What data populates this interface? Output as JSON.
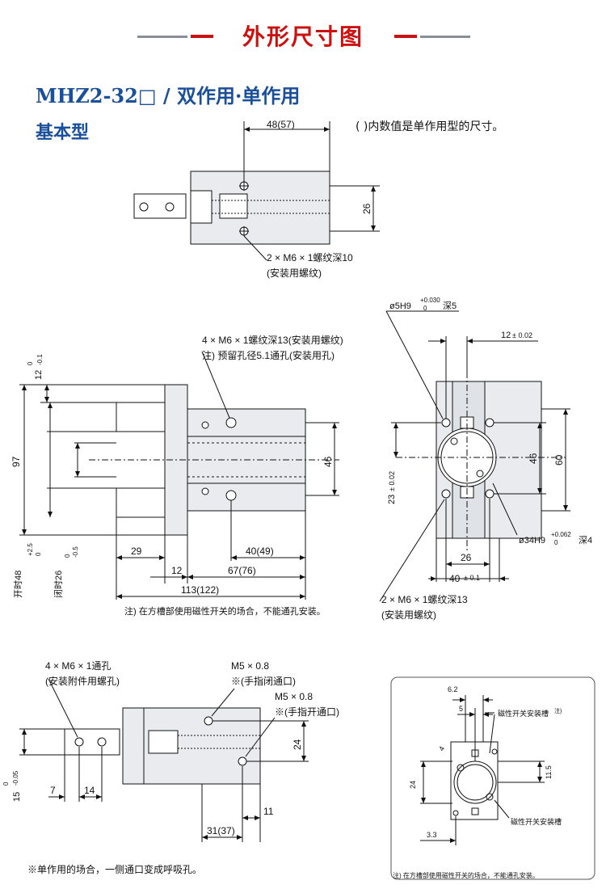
{
  "header": {
    "title": "外形尺寸图",
    "accent": "#cc1111",
    "line_color": "#8a8f95"
  },
  "model": "MHZ2-32□ / 双作用·单作用",
  "subtitle": "基本型",
  "note": "(    )内数值是单作用型的尺寸。",
  "top_view": {
    "dim_width": "48(57)",
    "dim_height": "26",
    "thread_note": "2 × M6 × 1螺纹深10",
    "thread_purpose": "(安装用螺纹)"
  },
  "side_view": {
    "callout1": "4 × M6 × 1螺纹深13(安装用螺纹)",
    "callout2": "注) 预留孔径5.1通孔(安装用孔)",
    "dim_12": "12",
    "tol_12a": "0",
    "tol_12b": "-0.1",
    "dim_97": "97",
    "dim_46": "46",
    "open_label": "开时48",
    "open_tol_a": "+2.5",
    "open_tol_b": "0",
    "closed_label": "闭时26",
    "closed_tol_a": "0",
    "closed_tol_b": "-0.5",
    "dim_29": "29",
    "dim_40": "40(49)",
    "dim_12b": "12",
    "dim_67": "67(76)",
    "dim_113": "113(122)",
    "footnote": "注) 在方槽部使用磁性开关的场合，不能通孔安装。"
  },
  "end_view": {
    "bore_top": "ø5H9",
    "bore_top_tol_a": "+0.030",
    "bore_top_tol_b": "0",
    "bore_top_depth": "深5",
    "dim_12": "12",
    "dim_12_tol": "± 0.02",
    "dim_23": "23",
    "dim_23_tol": "± 0.02",
    "dim_46": "46",
    "dim_60": "60",
    "bore_big": "ø34H9",
    "bore_big_tol_a": "+0.062",
    "bore_big_tol_b": "0",
    "bore_big_depth": "深4",
    "dim_26": "26",
    "dim_40": "40",
    "dim_40_tol": "± 0.1",
    "thread_note": "2 × M6 × 1螺纹深13",
    "thread_purpose": "(安装用螺纹)"
  },
  "bottom_view": {
    "callout1": "4 × M6 × 1通孔",
    "callout1b": "(安装附件用螺孔)",
    "port1": "M5 × 0.8",
    "port1_note": "※(手指闭通口)",
    "port2": "M5 × 0.8",
    "port2_note": "※(手指开通口)",
    "dim_24": "24",
    "dim_15": "15",
    "dim_15_tol_a": "0",
    "dim_15_tol_b": "-0.05",
    "dim_7": "7",
    "dim_14": "14",
    "dim_11": "11",
    "dim_31": "31(37)",
    "footnote": "※单作用的场合，一侧通口变成呼吸孔。"
  },
  "inset": {
    "dim_62": "6.2",
    "dim_5": "5",
    "label_slot1": "磁性开关安装槽",
    "label_slot1_note": "注)",
    "dim_4": "4",
    "dim_24": "24",
    "dim_115": "11.5",
    "label_slot2": "磁性开关安装槽",
    "dim_33": "3.3",
    "footnote": "注) 在方槽部使用磁性开关的场合，不能通孔安装。"
  }
}
